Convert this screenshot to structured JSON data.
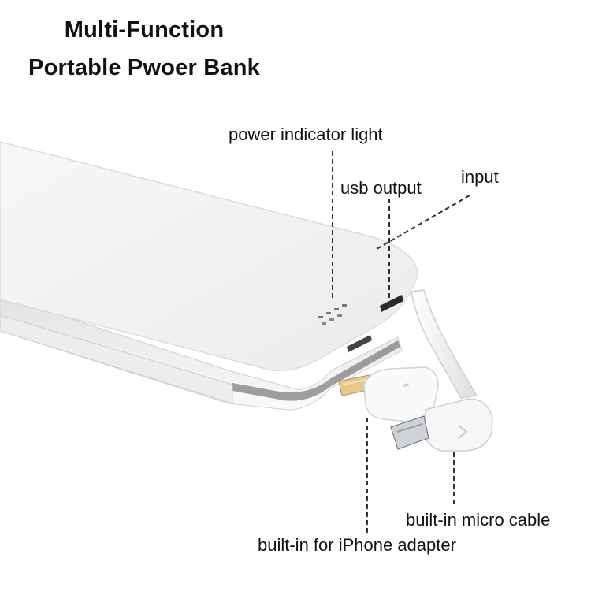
{
  "title": {
    "line1": "Multi-Function",
    "line2": "Portable Pwoer Bank"
  },
  "callouts": {
    "power_indicator": "power indicator light",
    "usb_output": "usb output",
    "input": "input",
    "micro_cable": "built-in micro cable",
    "iphone_adapter": "built-in for iPhone adapter"
  },
  "colors": {
    "body": "#f4f4f4",
    "edge": "#d8d8d8",
    "dash": "#333333",
    "text": "#111111"
  }
}
